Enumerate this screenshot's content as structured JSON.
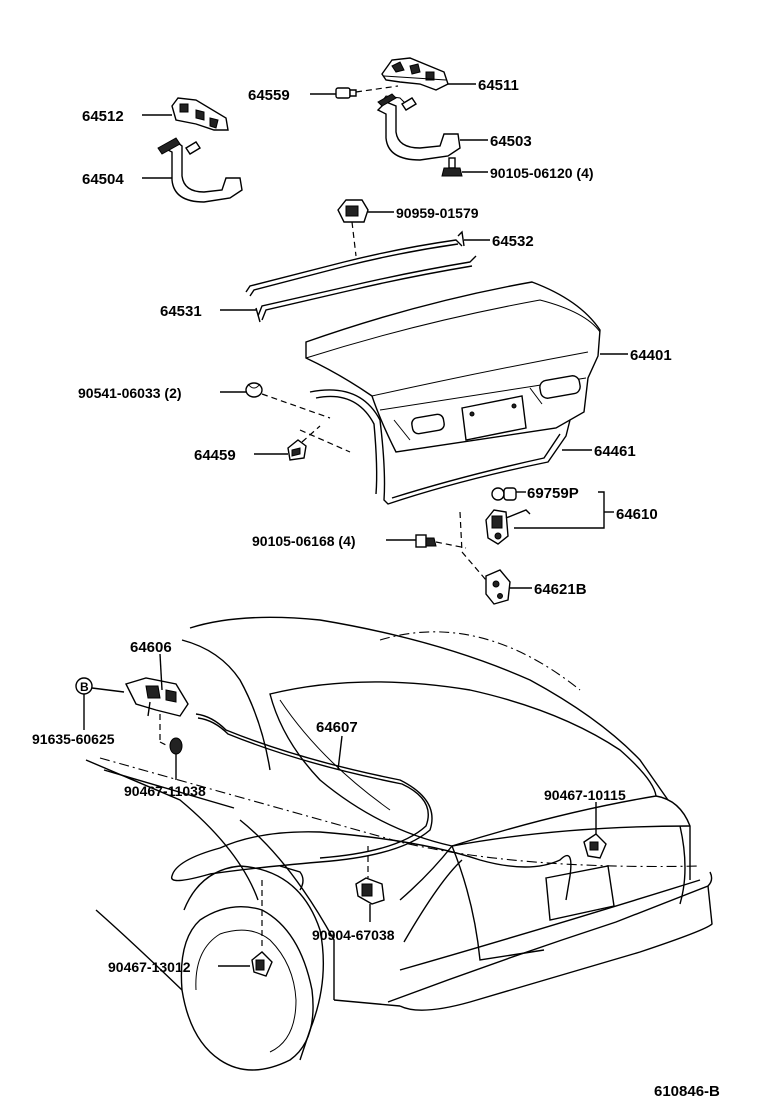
{
  "diagram": {
    "code": "610846-B",
    "circle_marker": "B",
    "parts": {
      "p64511": "64511",
      "p64559": "64559",
      "p64512": "64512",
      "p64503": "64503",
      "p90105_06120": "90105-06120 (4)",
      "p64504": "64504",
      "p90959_01579": "90959-01579",
      "p64532": "64532",
      "p64531": "64531",
      "p64401": "64401",
      "p90541_06033": "90541-06033 (2)",
      "p64459": "64459",
      "p64461": "64461",
      "p69759P": "69759P",
      "p64610": "64610",
      "p90105_06168": "90105-06168 (4)",
      "p64621B": "64621B",
      "p64606": "64606",
      "p91635_60625": "91635-60625",
      "p64607": "64607",
      "p90467_11038": "90467-11038",
      "p90467_10115": "90467-10115",
      "p90904_67038": "90904-67038",
      "p90467_13012": "90467-13012"
    }
  }
}
